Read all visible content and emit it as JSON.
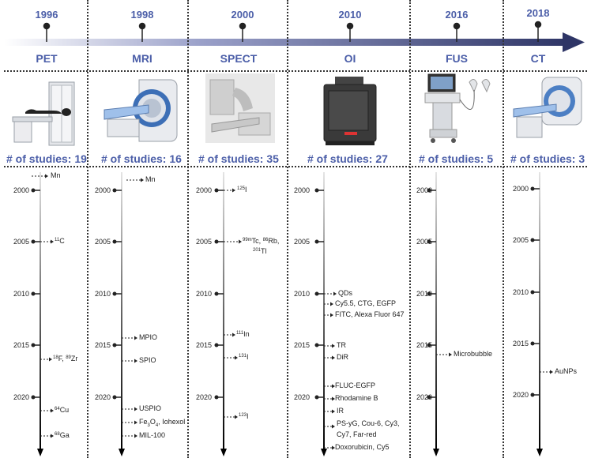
{
  "top_timeline": [
    {
      "year": "1996",
      "modality": "PET",
      "studies": "# of studies: 19"
    },
    {
      "year": "1998",
      "modality": "MRI",
      "studies": "# of studies: 16"
    },
    {
      "year": "2000",
      "modality": "SPECT",
      "studies": "# of studies: 35"
    },
    {
      "year": "2010",
      "modality": "OI",
      "studies": "# of studies: 27"
    },
    {
      "year": "2016",
      "modality": "FUS",
      "studies": "# of studies: 5"
    },
    {
      "year": "2018",
      "modality": "CT",
      "studies": "# of studies: 3"
    }
  ],
  "tick_labels": [
    "2000",
    "2005",
    "2010",
    "2015",
    "2020"
  ],
  "columns": {
    "pet": {
      "ann_mn": "Mn",
      "ann_c11": "C",
      "ann_c11_sup": "11",
      "ann_f18_pre": "F, ",
      "ann_f18_sup1": "18",
      "ann_f18_sup2": "89",
      "ann_f18_post": "Zr",
      "ann_cu": "Cu",
      "ann_cu_sup": "64",
      "ann_ga": "Ga",
      "ann_ga_sup": "68"
    },
    "mri": {
      "ann_mn": "Mn",
      "ann_mpio": "MPIO",
      "ann_spio": "SPIO",
      "ann_uspio": "USPIO",
      "ann_fe": "Fe",
      "ann_fe_sub1": "3",
      "ann_fe_o": "O",
      "ann_fe_sub2": "4",
      "ann_fe_rest": ", Iohexol",
      "ann_mil": "MIL-100"
    },
    "spect": {
      "ann_i125": "I",
      "ann_i125_sup": "125",
      "ann_tc_sup": "99m",
      "ann_tc": "Tc, ",
      "ann_rb_sup": "86",
      "ann_rb": "Rb,",
      "ann_tl_sup": "201",
      "ann_tl": "Tl",
      "ann_in_sup": "111",
      "ann_in": "In",
      "ann_i131_sup": "131",
      "ann_i131": "I",
      "ann_i123_sup": "123",
      "ann_i123": "I"
    },
    "oi": {
      "ann_qds": "QDs",
      "ann_cy55": "Cy5.5, CTG, EGFP",
      "ann_fitc": "FITC, Alexa Fluor 647",
      "ann_tr": "TR",
      "ann_dir": "DiR",
      "ann_fluc": "FLUC-EGFP",
      "ann_rhod": "Rhodamine B",
      "ann_ir": "IR",
      "ann_ps1": "PS-yG, Cou-6, Cy3,",
      "ann_ps2": "Cy7, Far-red",
      "ann_dox": "Doxorubicin, Cy5"
    },
    "fus": {
      "ann_mb": "Microbubble"
    },
    "ct": {
      "ann_au": "AuNPs"
    }
  },
  "colors": {
    "accent": "#4b5ea8",
    "arrow": "#2e3566"
  }
}
